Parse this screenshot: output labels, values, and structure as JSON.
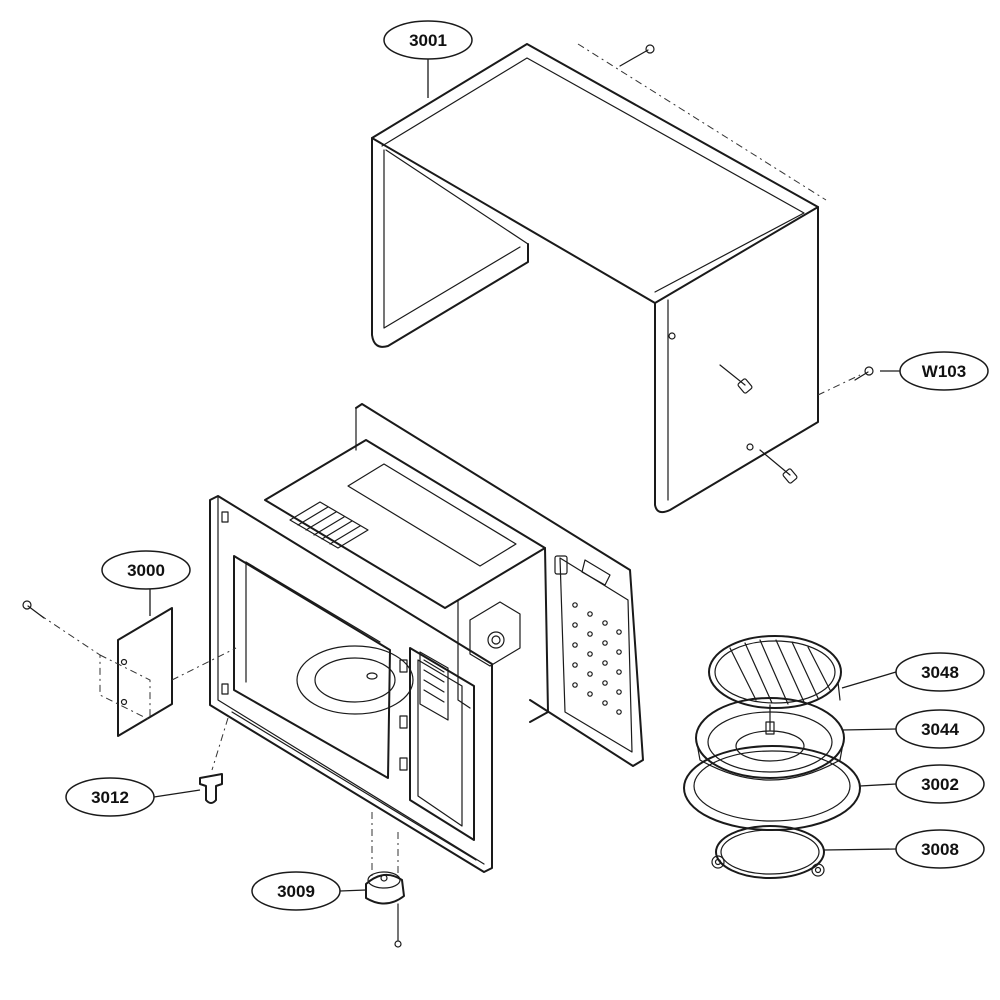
{
  "callouts": [
    {
      "id": "outer-case",
      "label": "3001"
    },
    {
      "id": "case-screw",
      "label": "W103"
    },
    {
      "id": "plate",
      "label": "3000"
    },
    {
      "id": "foot",
      "label": "3012"
    },
    {
      "id": "motor",
      "label": "3009"
    },
    {
      "id": "rack",
      "label": "3048"
    },
    {
      "id": "tray",
      "label": "3044"
    },
    {
      "id": "plate-ring",
      "label": "3002"
    },
    {
      "id": "roller-ring",
      "label": "3008"
    }
  ],
  "colors": {
    "line": "#1a1a1a",
    "background": "#ffffff"
  }
}
